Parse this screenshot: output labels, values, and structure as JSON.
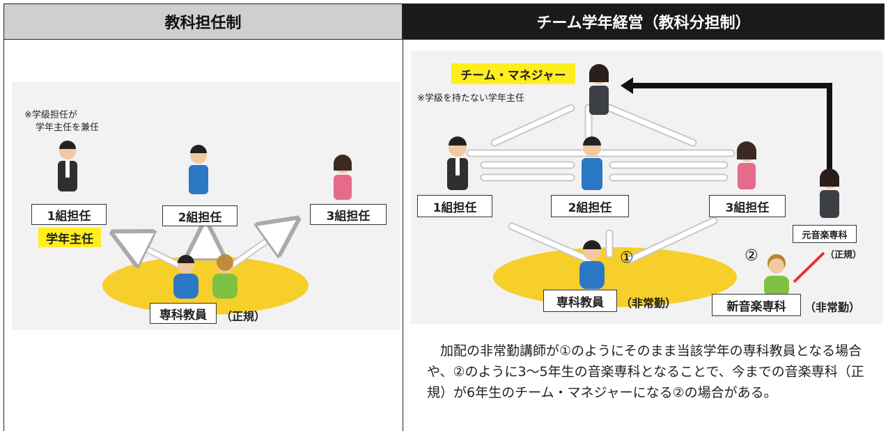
{
  "left": {
    "header": "教科担任制",
    "note_line1": "※学級担任が",
    "note_line2": "学年主任を兼任",
    "class1": "1組担任",
    "class2": "2組担任",
    "class3": "3組担任",
    "head_teacher": "学年主任",
    "specialist_main": "専科教員",
    "specialist_paren": "（正規）"
  },
  "right": {
    "header": "チーム学年経営（教科分担制）",
    "manager": "チーム・マネジャー",
    "manager_note": "※学級を持たない学年主任",
    "class1": "1組担任",
    "class2": "2組担任",
    "class3": "3組担任",
    "former_music": "元音楽専科",
    "former_music_paren": "（正規）",
    "marker1": "①",
    "marker2": "②",
    "specialist_main": "専科教員",
    "specialist_paren": "（非常勤）",
    "new_music_main": "新音楽専科",
    "new_music_paren": "（非常勤）",
    "paragraph": "加配の非常勤講師が①のようにそのまま当該学年の専科教員となる場合や、②のように3～5年生の音楽専科となることで、今までの音楽専科（正規）が6年生のチーム・マネジャーになる②の場合がある。"
  },
  "colors": {
    "accent_yellow": "#ffee1f",
    "ellipse_yellow": "#f6cf2a",
    "red_line": "#e8332e",
    "arrow": "#111111",
    "header_dark": "#1a1a1a",
    "header_light": "#cfcfcf"
  }
}
